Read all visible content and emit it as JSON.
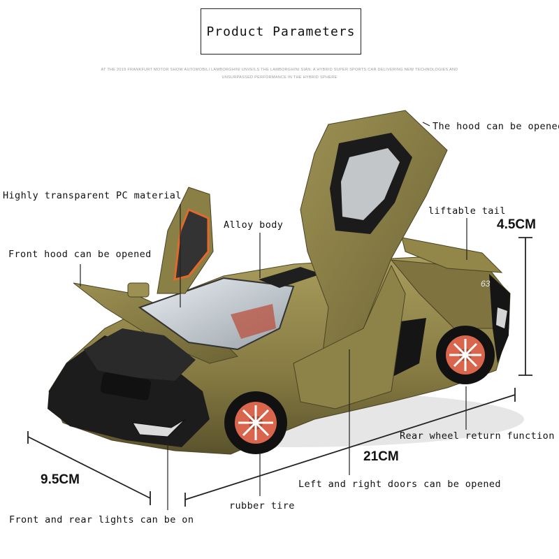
{
  "header": {
    "title": "Product Parameters",
    "subtitle_line1": "AT THE 2019 FRANKFURT MOTOR SHOW AUTOMOBILI LAMBORGHINI UNVEILS THE LAMBORGHINI SIÁN: A HYBRID SUPER SPORTS CAR DELIVERING NEW TECHNOLOGIES AND",
    "subtitle_line2": "UNSURPASSED PERFORMANCE IN THE HYBRID SPHERE"
  },
  "callouts": {
    "hood_opened": "The hood can be opened",
    "pc_material": "Highly transparent PC material",
    "liftable_tail": "liftable tail",
    "alloy_body": "Alloy body",
    "front_hood": "Front hood can be opened",
    "rear_wheel": "Rear wheel return function",
    "doors": "Left and right doors can be opened",
    "rubber_tire": "rubber tire",
    "lights": "Front and rear lights can be on"
  },
  "dimensions": {
    "height": "4.5CM",
    "length": "21CM",
    "width": "9.5CM"
  },
  "colors": {
    "body": "#8d8247",
    "body_dark": "#5d5530",
    "trim": "#1c1c1c",
    "rim": "#d9664c",
    "line": "#222222"
  }
}
